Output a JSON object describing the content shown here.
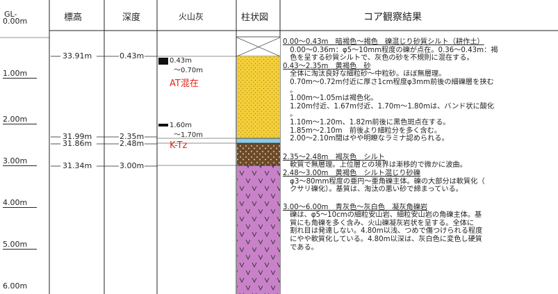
{
  "header": {
    "gl": "GL-",
    "col_elev": "標高",
    "col_depth": "深度",
    "col_ash": "火山灰",
    "col_column": "柱状図",
    "col_result": "コア観察結果"
  },
  "depth_labels": [
    "0.00m",
    "1.00m",
    "2.00m",
    "3.00m",
    "4.00m",
    "5.00m",
    "6.00m"
  ],
  "elevations": [
    "33.91m",
    "31.99m",
    "31.86m",
    "31.34m"
  ],
  "depths": [
    "0.43m",
    "2.35m",
    "2.48m",
    "3.00m"
  ],
  "ash": [
    {
      "top": "0.43m",
      "bottom": "～0.70m",
      "name": "AT混在"
    },
    {
      "top": "1.60m",
      "bottom": "～1.70m",
      "name": "K-Tz"
    }
  ],
  "observations": [
    {
      "text": "0.00～0.43m　暗褐色～褐色　礫混じり砂質シルト（耕作土）",
      "heading": true
    },
    {
      "text": "　0.00～0.36m：φ5～10mm程度の礫が点在。0.36～0.43m：褐",
      "heading": false
    },
    {
      "text": "　色を呈する砂質シルトで、灰色の砂を不規則に混在する。",
      "heading": false
    },
    {
      "text": "0.43～2.35m　黄褐色　砂",
      "heading": true
    },
    {
      "text": "　全体に淘汰良好な細粒砂～中粒砂。ほぼ無層理。",
      "heading": false
    },
    {
      "text": "　0.70m～0.72m付近に厚さ1cm程度φ3mm前後の細礫層を挟む",
      "heading": false
    },
    {
      "text": "　。",
      "heading": false
    },
    {
      "text": "　1.00m～1.05mは褐色化。",
      "heading": false
    },
    {
      "text": "　1.20m付近、1.67m付近、1.70m～1.80mは、バンド状に酸化",
      "heading": false
    },
    {
      "text": "　。",
      "heading": false
    },
    {
      "text": "　1.10m～1.20m、1.82m前後に黒色斑点在する。",
      "heading": false
    },
    {
      "text": "　1.85m～2.10m　前後より細粒分を多く含む。",
      "heading": false
    },
    {
      "text": "　2.00～2.10m間はやや明瞭なラミナ認められる。",
      "heading": false
    },
    {
      "text": "",
      "heading": false
    },
    {
      "text": "2.35～2.48m　褐灰色　シルト",
      "heading": true
    },
    {
      "text": "　軟質で無層理。上位層との境界は漸移的で微かに波曲。",
      "heading": false
    },
    {
      "text": "2.48～3.00m　黄褐色　シルト混じり砂礫",
      "heading": true
    },
    {
      "text": "　φ3～80mm程度の亜円～亜角礫主体。礫の大部分は軟質化（",
      "heading": false
    },
    {
      "text": "　クサリ礫化）。基質は、淘汰の悪い砂で締まっている。",
      "heading": false
    },
    {
      "text": "",
      "heading": false
    },
    {
      "text": "3.00～6.00m　青灰色～灰白色　凝灰角礫岩",
      "heading": true
    },
    {
      "text": "　礫は、φ5～10cmの細粒安山岩、細粒安山岩の角礫主体。基",
      "heading": false
    },
    {
      "text": "　質にも角礫を多く含み、火山礫凝灰岩状を呈する。全体に",
      "heading": false
    },
    {
      "text": "　割れ目は発達しない。4.80m以浅、つめで傷つけられる程度",
      "heading": false
    },
    {
      "text": "　にやや軟質化している。4.80m以深は、灰白色に変色し硬質",
      "heading": false
    },
    {
      "text": "　である。",
      "heading": false
    }
  ]
}
